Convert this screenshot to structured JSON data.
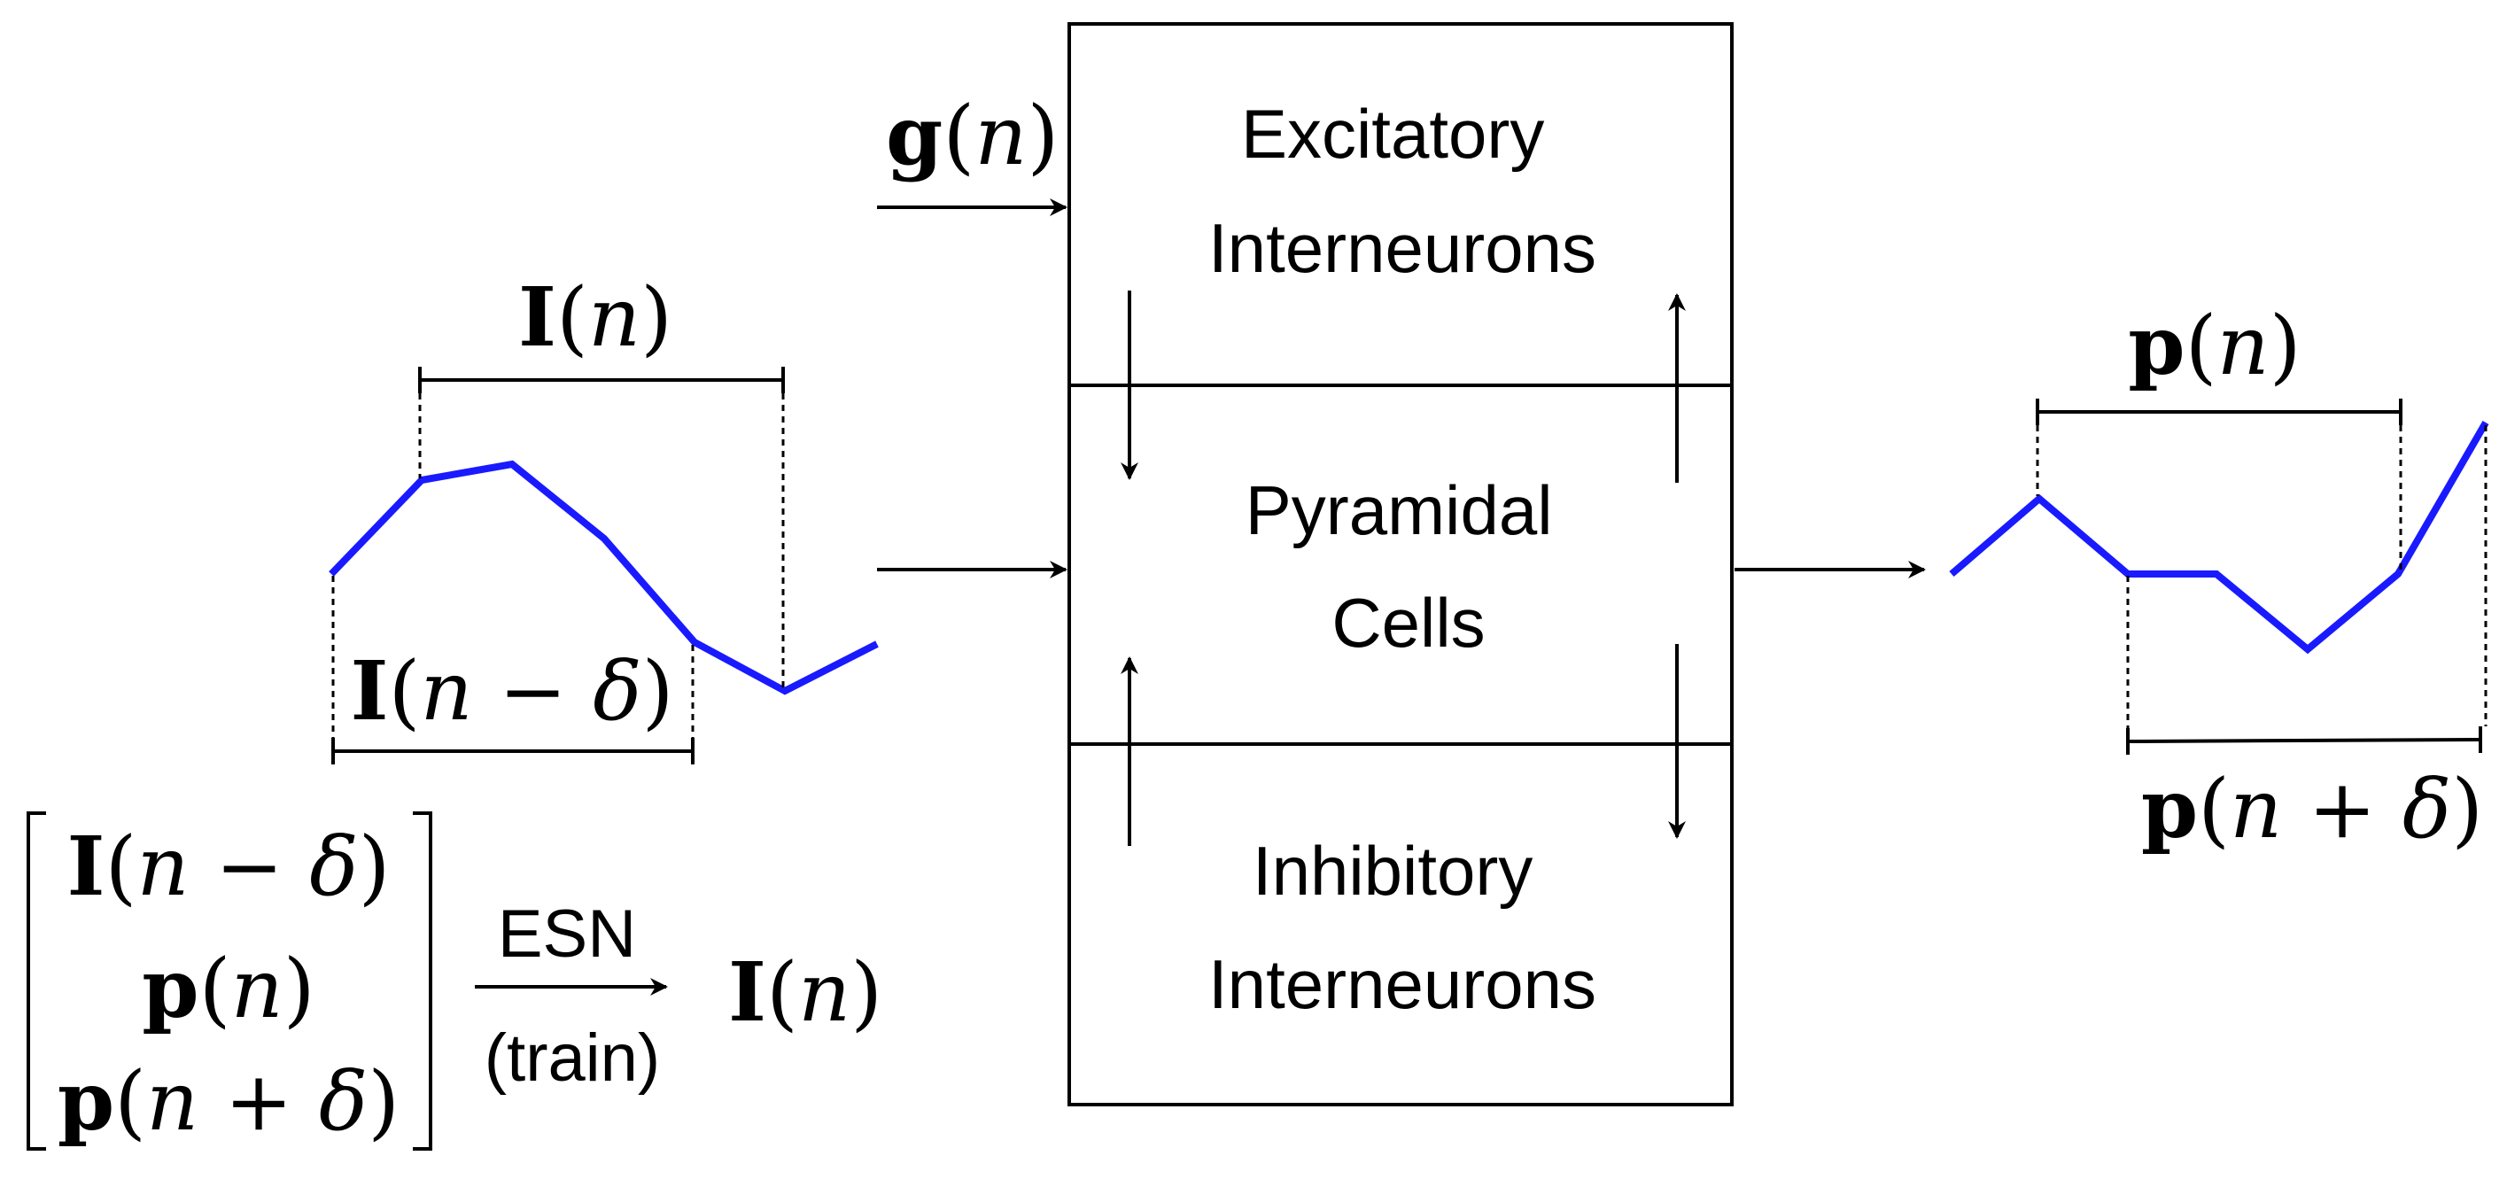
{
  "block": {
    "excitatory": {
      "line1": "Excitatory",
      "line2": "Interneurons"
    },
    "pyramidal": {
      "line1": "Pyramidal",
      "line2": "Cells"
    },
    "inhibitory": {
      "line1": "Inhibitory",
      "line2": "Interneurons"
    }
  },
  "inputs": {
    "g": {
      "symbol": "g",
      "open": "(",
      "arg": "n",
      "close": ")"
    }
  },
  "input_signal": {
    "window_label": {
      "symbol": "I",
      "open": "(",
      "arg": "n",
      "close": ")"
    },
    "delayed_label": {
      "symbol": "I",
      "open": "(",
      "arg": "n",
      "op": " − ",
      "delta": "δ",
      "close": ")"
    },
    "color": "#1a1aff"
  },
  "output_signal": {
    "window_label": {
      "symbol": "p",
      "open": "(",
      "arg": "n",
      "close": ")"
    },
    "advanced_label": {
      "symbol": "p",
      "open": "(",
      "arg": "n",
      "op": " + ",
      "delta": "δ",
      "close": ")"
    },
    "color": "#1a1aff"
  },
  "esn": {
    "vector": [
      {
        "symbol": "I",
        "open": "(",
        "arg": "n",
        "op": " − ",
        "delta": "δ",
        "close": ")"
      },
      {
        "symbol": "p",
        "open": "(",
        "arg": "n",
        "close": ")"
      },
      {
        "symbol": "p",
        "open": "(",
        "arg": "n",
        "op": " + ",
        "delta": "δ",
        "close": ")"
      }
    ],
    "arrow_label": "ESN",
    "arrow_sublabel": "(train)",
    "result": {
      "symbol": "I",
      "open": "(",
      "arg": "n",
      "close": ")"
    }
  }
}
